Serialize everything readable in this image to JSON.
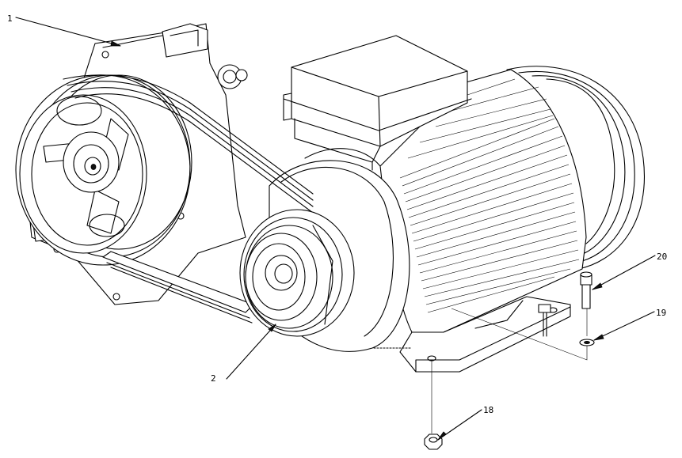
{
  "drawing": {
    "callouts": [
      {
        "id": "1",
        "text": "1"
      },
      {
        "id": "2",
        "text": "2"
      },
      {
        "id": "18",
        "text": "18"
      },
      {
        "id": "19",
        "text": "19"
      },
      {
        "id": "20",
        "text": "20"
      }
    ]
  },
  "colors": {
    "line": "#000000",
    "background": "#ffffff"
  }
}
